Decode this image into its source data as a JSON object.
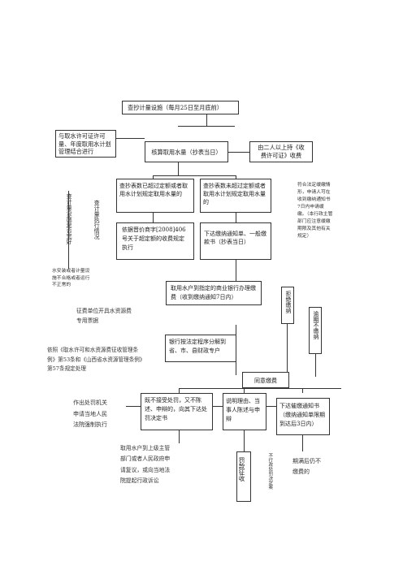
{
  "nodes": {
    "top": "查抄计量设施（每月25日至月底前）",
    "combine": "与取水许可证许可量、年度取用水计划管理结合进行",
    "verify": "核算取用水量（抄表当日）",
    "county": "由二人以上持《收费许可证》收费",
    "exceed": "查抄表数已超过定额或者取用水计划规定取用水量的",
    "not_exceed": "查抄表数未超过定额或者取用水计划规定取用水量的",
    "side_vertical_1": "查计量设施是否完好",
    "side_vertical_2": "查计量执行情况",
    "basis": "依据晋价商字[2008]406号关于超定额的收费规定执行",
    "notice": "下达缴纳通知单、一般缴款书（抄表当日）",
    "notice_right": "符合法定缓缴情形，申请人可在收到缴纳通知书7日内申请缓缴。（本行政主管部门应注意缓缴期限及其他有关规定）",
    "meter_broken": "水安装或者计量设施不合格或者运行不正常的",
    "pay_bank": "取用水户到指定的商业银行办理缴费（收到缴纳通知7日内）",
    "receipt": "征费单位开具水资源费专用票据",
    "law_basis": "依照《取水许可和水资源费征收管理条例》第53条和《山西省水资源管理条例》第57条规定处理",
    "refuse": "拒绝缴纳",
    "overdue": "逾期不缴纳",
    "bank_transfer": "银行按法定程序分解到省、市、县财政专户",
    "agree": "同意缴费",
    "penalty_left": "作出处罚机关申请当地人民法院强制执行",
    "no_accept": "既不接受处罚，又不陈述、申辩的，向其下达处罚决定书",
    "explain": "说明理由、当事人陈述与申辩",
    "deadline": "下达催缴通知书（缴纳通知单限期到达后3日内）",
    "review": "取用水户到上级主管部门或者人民政府申请复议，或向当地法院提起行政诉讼",
    "enforce": "罚款征收",
    "right_vertical": "不行政处罚决定案",
    "expired": "期满后仍不缴费的"
  }
}
